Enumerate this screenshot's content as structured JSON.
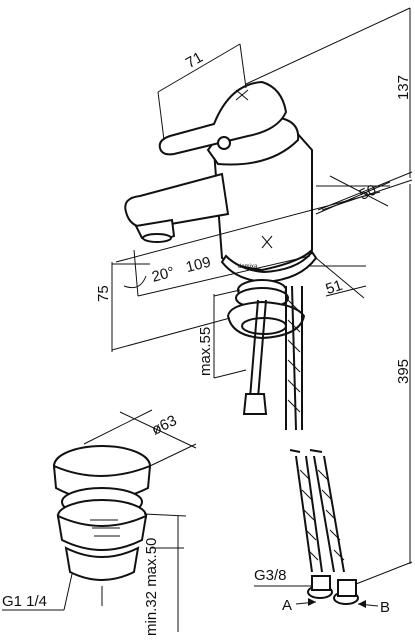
{
  "diagram": {
    "dimensions": {
      "handle_width": "71",
      "total_height": "137",
      "body_depth": "50",
      "spout_reach": "109",
      "spout_angle": "20°",
      "spout_height": "75",
      "base_diameter": "51",
      "stud_max": "max.55",
      "hose_length": "395",
      "waste_diameter": "ø63",
      "waste_thread": "G1 1/4",
      "waste_range": "min.32 max.50",
      "hose_thread": "G3/8",
      "hose_a": "A",
      "hose_b": "B"
    },
    "colors": {
      "line": "#111111",
      "background": "#ffffff"
    }
  }
}
